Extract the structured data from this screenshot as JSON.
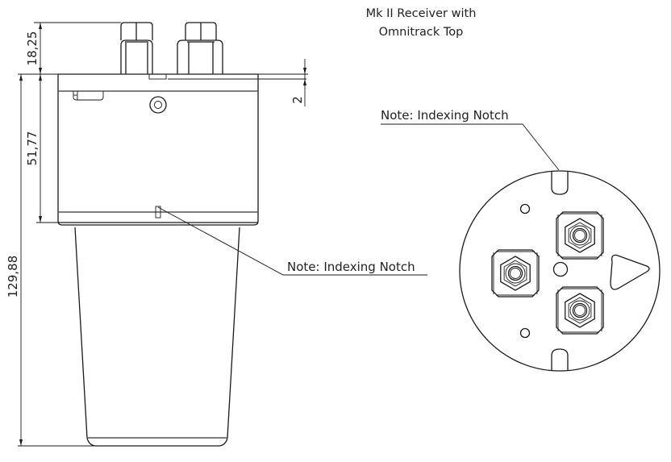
{
  "drawing": {
    "title_line1": "Mk II Receiver with",
    "title_line2": "Omnitrack Top",
    "dimensions": {
      "connector_height": "18,25",
      "top_housing_height": "51,77",
      "total_height": "129,88",
      "top_plate_thickness": "2"
    },
    "notes": {
      "side_view_note": "Note: Indexing Notch",
      "top_view_note": "Note: Indexing Notch"
    },
    "views": {
      "side_view": "side-elevation",
      "top_view": "top-plan"
    }
  }
}
